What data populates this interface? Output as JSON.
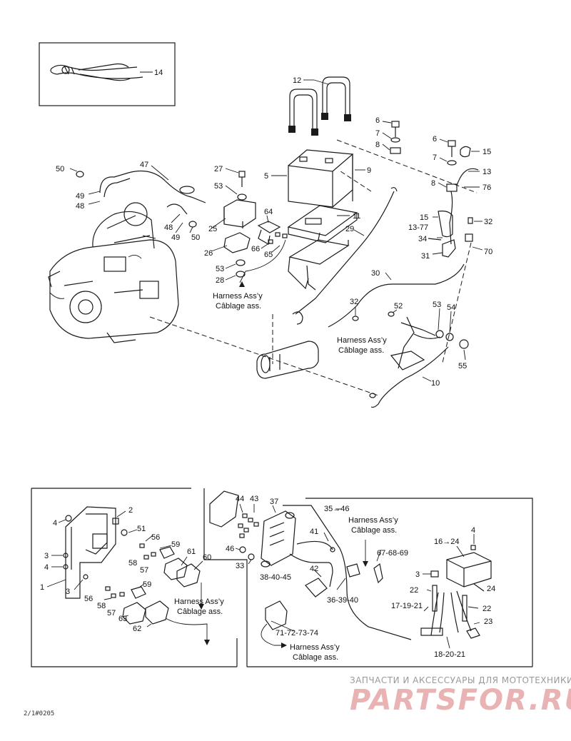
{
  "callouts": {
    "c14": "14",
    "c12": "12",
    "c6a": "6",
    "c7a": "7",
    "c8a": "8",
    "c6b": "6",
    "c7b": "7",
    "c15a": "15",
    "c13": "13",
    "c8b": "8",
    "c76": "76",
    "c50a": "50",
    "c47": "47",
    "c49a": "49",
    "c48a": "48",
    "c27": "27",
    "c5": "5",
    "c9": "9",
    "c53a": "53",
    "c64": "64",
    "c11": "11",
    "c25": "25",
    "c48b": "48",
    "c49b": "49",
    "c50b": "50",
    "c26": "26",
    "c66": "66",
    "c65": "65",
    "c53b": "53",
    "c28": "28",
    "c29": "29",
    "c15b": "15",
    "c1377": "13-77",
    "c32a": "32",
    "c34": "34",
    "c31": "31",
    "c70": "70",
    "c30": "30",
    "c32b": "32",
    "c52": "52",
    "c53c": "53",
    "c54": "54",
    "c55": "55",
    "c10": "10",
    "c2": "2",
    "c4a": "4",
    "c51": "51",
    "c56a": "56",
    "c59a": "59",
    "c3a": "3",
    "c4b": "4",
    "c58a": "58",
    "c57a": "57",
    "c61": "61",
    "c60": "60",
    "c1": "1",
    "c3b": "3",
    "c56b": "56",
    "c59b": "59",
    "c58b": "58",
    "c57b": "57",
    "c63": "63",
    "c62": "62",
    "c44": "44",
    "c43": "43",
    "c37": "37",
    "c3546": "35→46",
    "c41": "41",
    "c46": "46",
    "c33": "33",
    "c42": "42",
    "c384045": "38-40-45",
    "c363940": "36-39-40",
    "c677273": "71-72-73-74",
    "c676869": "67-68-69",
    "c1624": "16→24",
    "c4c": "4",
    "c3c": "3",
    "c22a": "22",
    "c24": "24",
    "c171921": "17-19-21",
    "c22b": "22",
    "c23": "23",
    "c182021": "18-20-21"
  },
  "notes": {
    "harness_en": "Harness Ass’y",
    "harness_fr": "Câblage ass."
  },
  "reference_code": "2/1#0205",
  "watermark": {
    "tagline": "ЗАПЧАСТИ И АКСЕССУАРЫ ДЛЯ МОТОТЕХНИКИ",
    "logo": "PARTSFOR.RU"
  }
}
